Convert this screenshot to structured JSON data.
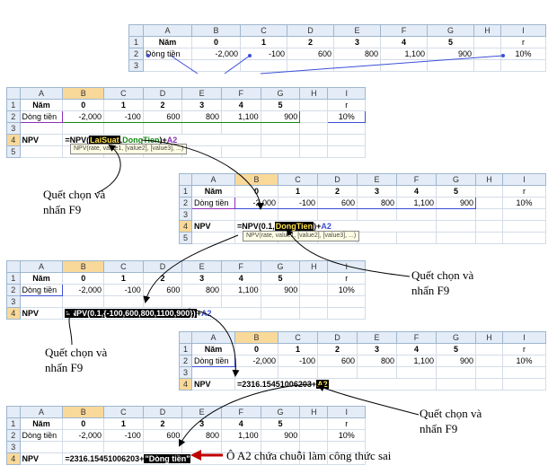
{
  "col_headers_1": [
    "A",
    "B",
    "C",
    "D",
    "E",
    "F",
    "G",
    "H",
    "I"
  ],
  "col_headers_2": [
    "A",
    "B",
    "C",
    "D",
    "E",
    "F",
    "G",
    "H",
    "I"
  ],
  "rows": {
    "r1": "1",
    "r2": "2",
    "r3": "3",
    "r4": "4",
    "r5": "5"
  },
  "data": {
    "nam": "Năm",
    "dongtien": "Dòng tiền",
    "npv": "NPV",
    "years": [
      "0",
      "1",
      "2",
      "3",
      "4",
      "5"
    ],
    "flows": [
      "-2,000",
      "-100",
      "600",
      "800",
      "1,100",
      "900"
    ],
    "r_label": "r",
    "r_value": "10%"
  },
  "formulas": {
    "f1_pre": "=NPV(",
    "f1_arg1": "LaiSuat",
    "f1_sep": ",",
    "f1_arg2": "DongTien",
    "f1_post": ")+",
    "f1_ref": "A2",
    "f2_pre": "=NPV(0.1,",
    "f2_arg2": "DongTien",
    "f2_post": ")+",
    "f2_ref": "A2",
    "f3_pre": "=NPV(0.1,{-100,600,800,1100,900})",
    "f3_post": "+",
    "f3_ref": "A2",
    "f4_pre": "=2316.15451006203+",
    "f4_ref": "A2",
    "f5_pre": "=2316.15451006203+",
    "f5_ref": "\"Dòng tiền\""
  },
  "tooltip": "NPV(rate, value1, [value2], [value3], ...)",
  "labels": {
    "select_f9_line1": "Quết chọn và",
    "select_f9_line2": "nhấn F9",
    "bottom_note": "Ô A2 chứa chuỗi làm công thức sai"
  },
  "colors": {
    "header_bg": "#e4ecf7",
    "selected_header": "#f9d99a",
    "arrow": "#000000",
    "note_arrow": "#c00000"
  }
}
